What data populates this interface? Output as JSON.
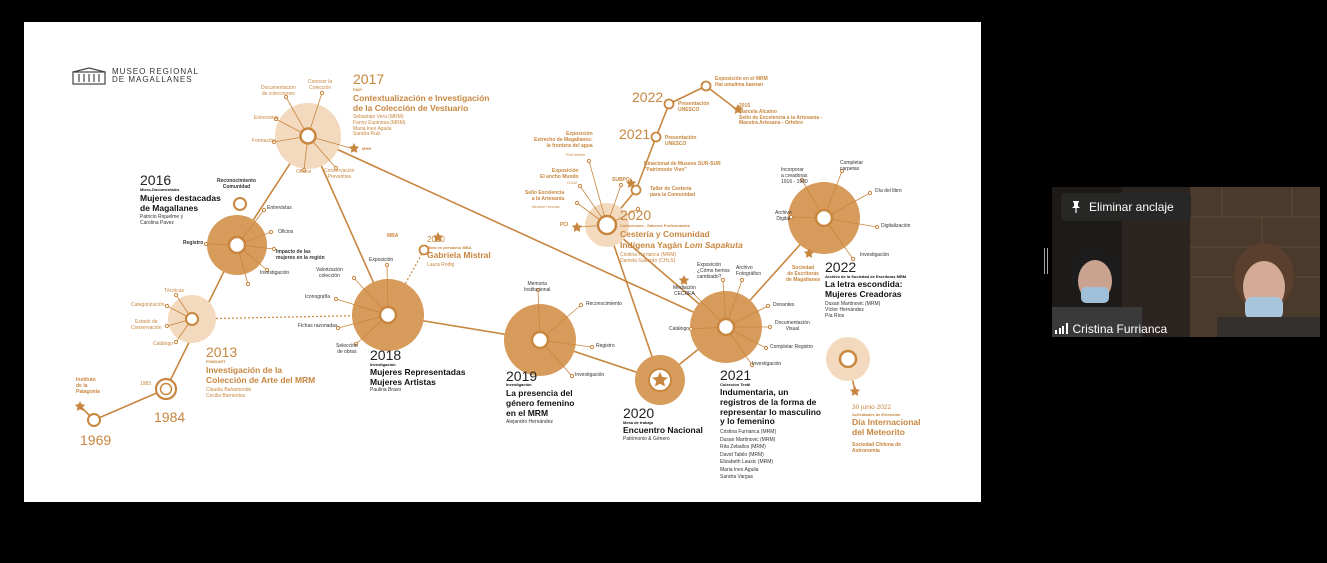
{
  "colors": {
    "accent": "#c8863f",
    "accent_light": "#e6b27c",
    "bg": "#000000",
    "slide_bg": "#ffffff"
  },
  "logo": {
    "line1": "MUSEO REGIONAL",
    "line2": "DE MAGALLANES"
  },
  "years": {
    "y1969": "1969",
    "y1984": "1984",
    "y2013": "2013",
    "y2016": "2016",
    "y2017": "2017",
    "y2018": "2018",
    "y2019": "2019",
    "y2020a": "2020",
    "y2020b": "2020",
    "y2020c": "2020",
    "y2021a": "2021",
    "y2021b": "2021",
    "y2022a": "2022",
    "y2022b": "2022"
  },
  "n1969": {
    "label": "Instituto\nde la\nPatagonia"
  },
  "n1984": {
    "label": "1983"
  },
  "n2013": {
    "tag": "FONDART",
    "title": "Investigación de la\nColección de Arte del MRM",
    "authors": "Claudia Bahamonde\nCecilia Barrientos",
    "spokes": [
      "Técnicas",
      "Categorización",
      "Estado de\nConservación",
      "Catálogo"
    ]
  },
  "n2016": {
    "tag": "Micro-Documentales",
    "title": "Mujeres destacadas\nde Magallanes",
    "authors": "Patricio Riquelme y\nCarolina Pavez",
    "spokes": [
      "Reconocimiento\nComunidad",
      "Entrevistas",
      "Oficios",
      "Impacto de las\nmujeres en la región",
      "Investigación",
      "Registro"
    ]
  },
  "n2017": {
    "tag": "FAIP",
    "title": "Contextualización e Investigación\nde la Colección de Vestuario",
    "authors": "Sebastian Vera (MRM)\nFanny Espinosa (MRM)\nMaria Ines Aguila\nSandra Ruiz",
    "spokes": [
      "Documentación\nde colecciones",
      "Conocer la\nColección",
      "Entrevistas",
      "Formación",
      "Oficios",
      "Conservación\nPreventiva"
    ],
    "star": "MHN"
  },
  "n2018": {
    "tag": "Investigación",
    "title": "Mujeres Representadas\nMujeres Artistas",
    "authors": "Paulina Bravo",
    "spokes": [
      "Exposición",
      "Valorización\ncolección",
      "Iconografía",
      "Fichas razonadas",
      "Selección\nde obras"
    ],
    "side_tag": "Obra en préstamo MBA",
    "side_title": "Gabriela Mistral",
    "side_author": "Laura Rodig",
    "side_star": "MBA"
  },
  "n2019": {
    "tag": "Investigación",
    "title": "La presencia del\ngénero femenino\nen el MRM",
    "authors": "Alejandro Hernández",
    "spokes": [
      "Memoria\nInstitucional",
      "Reconocimiento",
      "Registro",
      "Investigación"
    ]
  },
  "n2020_encuentro": {
    "tag": "Mesa de trabajo",
    "title": "Encuentro Nacional",
    "authors": "Patrimonio & Género"
  },
  "n2020_cesteria": {
    "tag": "Colecciones - Saberes Profesionales",
    "title": "Cestería y Comunidad",
    "title2": "Indígena Yagán",
    "title2_italic": "Lom Sapakuta",
    "authors": "Cristina Furrianca (MRM)\nDaniela Gallardo (CHLS)",
    "spokes": [
      "Exposición\nEstrecho de Magallanes:\nla frontera del agua",
      "Exposición\nEl ancho Mundo",
      "Sello Excelencia\na la Artesanía",
      "SUBPO",
      "Taller de Cestería\npara la Comunidad",
      "PCI"
    ],
    "spoke_tags": [
      "PNA Madrid",
      "CCLM",
      "Mención Honrosa"
    ],
    "chain": [
      {
        "year": "",
        "label": "Binacional de Museos SUR-SUR\n\"Patrimonio Vivo\""
      },
      {
        "year": "2021",
        "label": "Presentación\nUNESCO"
      },
      {
        "year": "2022",
        "label": "Presentación\nUNESCO"
      },
      {
        "year": "",
        "label": "Exposición en el MRM\nHai umalima kaenan"
      },
      {
        "year": "",
        "label": "2015\nMarcela Alcaino\nSello de Excelencia a la Artesanía -\nMaestra Artesana - Orfebre"
      }
    ]
  },
  "n2021": {
    "tag": "Colección Textil",
    "title": "Indumentaria, un\nregistros de la forma de\nrepresentar lo masculino\ny lo femenino",
    "authors": "Cristina Furrianca (MRM)\nDusan Martinovic (MRM)\nRita Zeballos (MRM)\nDavid Tabilo (MRM)\nElizabeth Lausic (MRM)\nMaria Ines Aguila\nSandra Vargas",
    "spokes": [
      "Exposición\n¿Cómo hemos\ncambiado?",
      "Archivo\nFotográfico",
      "Mediación\nCECREA",
      "Donantes",
      "Documentación\nVisual",
      "Catálogo",
      "Completar Registro",
      "Investigación"
    ]
  },
  "n2022": {
    "tag": "Archivo de la Sociedad de Escritoras MRM",
    "title": "La letra escondida:\nMujeres Creadoras",
    "authors": "Dusan Martinovic (MRM)\nVíctor Hernández\nPía Ríos",
    "spokes": [
      "Completar\ncarpetas",
      "Incorporar\na creadoras\n1916 - 1980",
      "Día del libro",
      "Archivo\nDigital",
      "Digitalización",
      "Investigación"
    ],
    "star": "Sociedad\nde Escritoras\nde Magallanes"
  },
  "n2022_met": {
    "date": "30 junio 2022",
    "tag": "Actividades de Extensión",
    "title": "Día Internacional\ndel Meteorito",
    "sub": "Sociedad Chilena de\nAstronomía"
  },
  "video": {
    "unpin_label": "Eliminar anclaje",
    "participant": "Cristina Furrianca"
  }
}
